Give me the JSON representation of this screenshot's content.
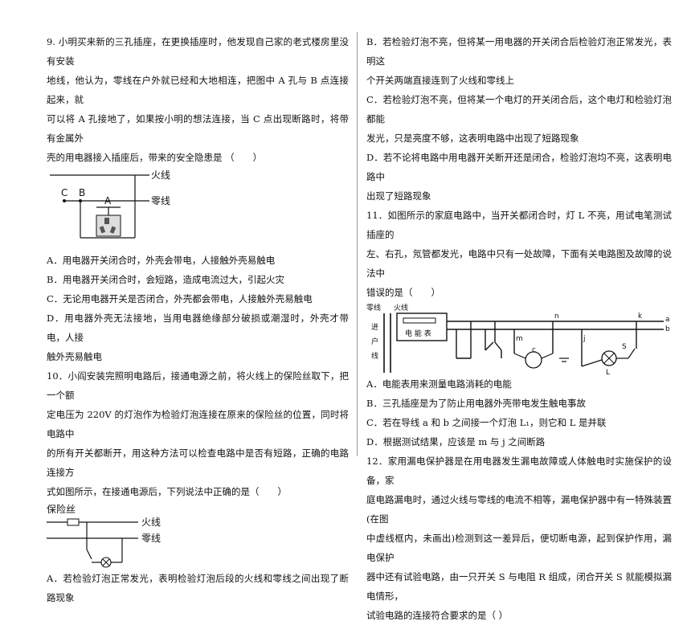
{
  "left": {
    "q9": {
      "line1": "9. 小明买来新的三孔插座，在更换插座时，他发现自己家的老式楼房里没有安装",
      "line2": "地线，他认为，零线在户外就已经和大地相连，把图中 A 孔与 B 点连接起来，就",
      "line3": "可以将 A 孔接地了，如果按小明的想法连接，当 C 点出现断路时，将带有金属外",
      "line4": "壳的用电器接入插座后，带来的安全隐患是 （　　）",
      "fig": {
        "fire": "火线",
        "zero": "零线",
        "c": "C",
        "b": "B",
        "a": "A"
      },
      "optA": "A．用电器开关闭合时，外壳会带电，人接触外壳易触电",
      "optB": "B．用电器开关闭合时，会短路，造成电流过大，引起火灾",
      "optC": "C．无论用电器开关是否闭合，外壳都会带电，人接触外壳易触电",
      "optD1": "D．用电器外壳无法接地，当用电器绝缘部分破损或潮湿时，外壳才带电，人接",
      "optD2": "触外壳易触电"
    },
    "q10": {
      "line1": "10．小阎安装完照明电路后，接通电源之前，将火线上的保险丝取下，把一个额",
      "line2": "定电压为 220V 的灯泡作为检验灯泡连接在原来的保险丝的位置，同时将电路中",
      "line3": "的所有开关都断开，用这种方法可以检查电路中是否有短路，正确的电路连接方",
      "line4": "式如图所示，在接通电源后，下列说法中正确的是（　　）",
      "fig": {
        "fuse": "保险丝",
        "fire": "火线",
        "zero": "零线"
      },
      "optA": "A．若检验灯泡正常发光，表明检验灯泡后段的火线和零线之间出现了断路现象"
    }
  },
  "right": {
    "q10cont": {
      "optB1": "B．若检验灯泡不亮，但将某一用电器的开关闭合后检验灯泡正常发光，表明这",
      "optB2": "个开关两端直接连到了火线和零线上",
      "optC1": "C．若检验灯泡不亮，但将某一个电灯的开关闭合后，这个电灯和检验灯泡都能",
      "optC2": "发光，只是亮度不够，这表明电路中出现了短路现象",
      "optD1": "D．若不论将电路中用电器开关断开还是闭合，检验灯泡均不亮，这表明电路中",
      "optD2": "出现了短路现象"
    },
    "q11": {
      "line1": "11．如图所示的家庭电路中，当开关都闭合时，灯 L 不亮，用试电笔测试插座的",
      "line2": "左、右孔，氖管都发光，电路中只有一处故障，下面有关电路图及故障的说法中",
      "line3": "错误的是（　　）",
      "fig": {
        "zero": "零线",
        "fire": "火线",
        "in": "进",
        "household": "户",
        "wire": "线",
        "meter": "电 能 表",
        "a": "a",
        "b": "b",
        "n": "n",
        "k": "k",
        "m": "m",
        "j": "j",
        "c": "c",
        "s": "S",
        "l": "L"
      },
      "optA": "A．电能表用来测量电路消耗的电能",
      "optB": "B．三孔插座是为了防止用电器外壳带电发生触电事故",
      "optC": "C．若在导线 a 和 b 之间接一个灯泡 L₁，则它和 L 是并联",
      "optD": "D．根据测试结果，应该是 m 与 j 之间断路"
    },
    "q12": {
      "line1": "12．家用漏电保护器是在用电器发生漏电故障或人体触电时实施保护的设备，家",
      "line2": "庭电路漏电时，通过火线与零线的电流不相等，漏电保护器中有一特殊装置(在图",
      "line3": "中虚线框内，未画出)检测到这一差异后，便切断电源，起到保护作用，漏电保护",
      "line4": "器中还有试验电路，由一只开关 S 与电阻 R 组成，闭合开关 S 就能模拟漏电情形，",
      "line5": "试验电路的连接符合要求的是（ ）"
    }
  }
}
